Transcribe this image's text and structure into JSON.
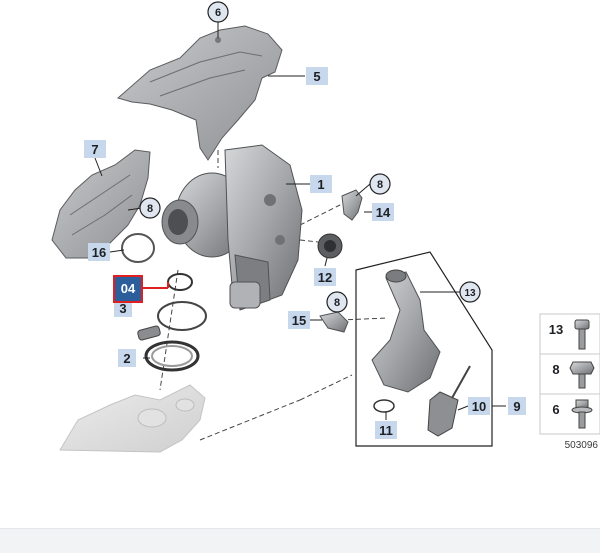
{
  "diagram": {
    "callouts": {
      "c1": "1",
      "c2": "2",
      "c3": "3",
      "c5": "5",
      "c6_top": "6",
      "c7": "7",
      "c8_a": "8",
      "c8_b": "8",
      "c8_c": "8",
      "c9": "9",
      "c10": "10",
      "c11": "11",
      "c12": "12",
      "c13": "13",
      "c14": "14",
      "c15": "15",
      "c16": "16"
    },
    "selected_callout": "04",
    "fastener_legend": {
      "items": [
        {
          "number": "13",
          "icon": "bolt-socket-head"
        },
        {
          "number": "8",
          "icon": "bolt-hex-head"
        },
        {
          "number": "6",
          "icon": "bolt-flange-head"
        }
      ]
    },
    "reference_number": "503096"
  },
  "colors": {
    "selected_fill": "#2d5e9c",
    "selected_border": "#e02020",
    "label_tag": "#c8d8ec",
    "part_shade": "#9ea0a3",
    "part_dark": "#5f6164"
  }
}
